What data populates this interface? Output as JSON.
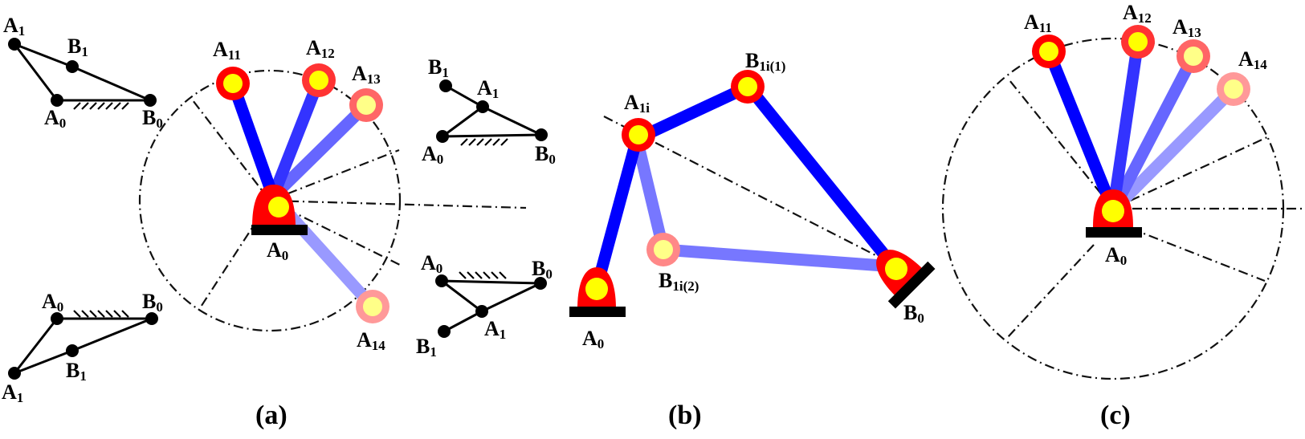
{
  "figure": {
    "captions": {
      "a": "(a)",
      "b": "(b)",
      "c": "(c)"
    },
    "colors": {
      "link_1": "#0000ff",
      "link_2": "#3333ff",
      "link_3": "#6666ff",
      "link_4": "#9999ff",
      "joint_ring_1": "#ff0000",
      "joint_ring_2": "#ff3333",
      "joint_ring_3": "#ff6666",
      "joint_ring_4": "#ff9999",
      "joint_core": "#ffff00",
      "joint_core_light": "#ffff88",
      "ground": "#000000",
      "pivot": "#ff0000"
    },
    "panel_a": {
      "inset_top_left": {
        "labels": {
          "A1": [
            "A",
            "1"
          ],
          "B1": [
            "B",
            "1"
          ],
          "A0": [
            "A",
            "0"
          ],
          "B0": [
            "B",
            "0"
          ]
        }
      },
      "inset_bottom_left": {
        "labels": {
          "A1": [
            "A",
            "1"
          ],
          "B1": [
            "B",
            "1"
          ],
          "A0": [
            "A",
            "0"
          ],
          "B0": [
            "B",
            "0"
          ]
        }
      },
      "inset_top_right": {
        "labels": {
          "A1": [
            "A",
            "1"
          ],
          "B1": [
            "B",
            "1"
          ],
          "A0": [
            "A",
            "0"
          ],
          "B0": [
            "B",
            "0"
          ]
        }
      },
      "inset_bottom_right": {
        "labels": {
          "A1": [
            "A",
            "1"
          ],
          "B1": [
            "B",
            "1"
          ],
          "A0": [
            "A",
            "0"
          ],
          "B0": [
            "B",
            "0"
          ]
        }
      },
      "pivot_label": [
        "A",
        "0"
      ],
      "positions": [
        {
          "name": [
            "A",
            "11"
          ]
        },
        {
          "name": [
            "A",
            "12"
          ]
        },
        {
          "name": [
            "A",
            "13"
          ]
        },
        {
          "name": [
            "A",
            "14"
          ]
        }
      ]
    },
    "panel_b": {
      "labels": {
        "A1i": [
          "A",
          "1i"
        ],
        "B1i1": [
          "B",
          "1i(1)"
        ],
        "B1i2": [
          "B",
          "1i(2)"
        ],
        "A0": [
          "A",
          "0"
        ],
        "B0": [
          "B",
          "0"
        ]
      }
    },
    "panel_c": {
      "pivot_label": [
        "A",
        "0"
      ],
      "positions": [
        {
          "name": [
            "A",
            "11"
          ]
        },
        {
          "name": [
            "A",
            "12"
          ]
        },
        {
          "name": [
            "A",
            "13"
          ]
        },
        {
          "name": [
            "A",
            "14"
          ]
        }
      ]
    }
  }
}
